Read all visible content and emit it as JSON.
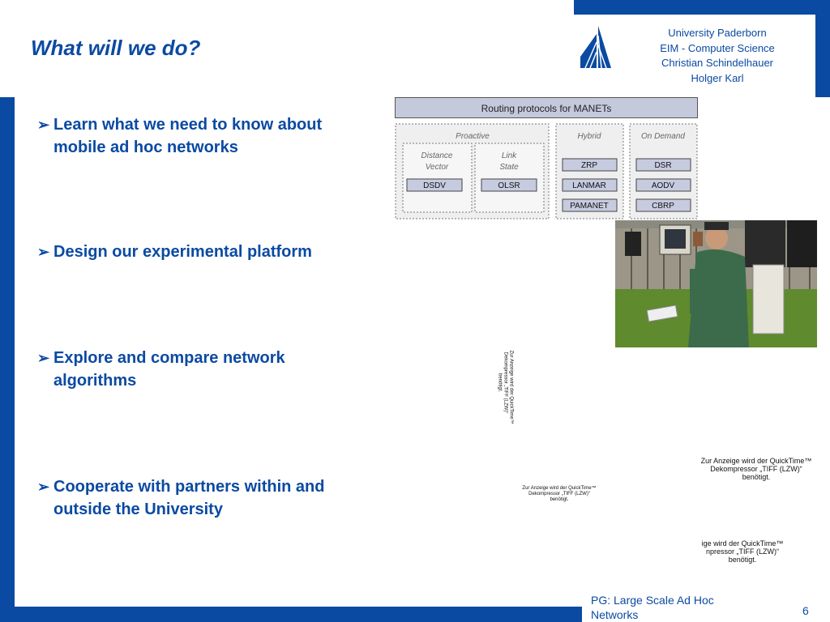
{
  "title": "What will we do?",
  "institution": {
    "lines": [
      "University Paderborn",
      "EIM - Computer Science",
      "Christian Schindelhauer",
      "Holger Karl"
    ]
  },
  "bullets": [
    "Learn what we need to know about mobile ad hoc networks",
    "Design our experimental platform",
    "Explore and compare network algorithms",
    "Cooperate with partners within and outside the University"
  ],
  "bullet_glyph": "➢",
  "diagram": {
    "title": "Routing protocols for MANETs",
    "groups": {
      "proactive": {
        "label": "Proactive",
        "distance_vector": {
          "label_1": "Distance",
          "label_2": "Vector",
          "protocol": "DSDV"
        },
        "link_state": {
          "label_1": "Link",
          "label_2": "State",
          "protocol": "OLSR"
        }
      },
      "hybrid": {
        "label": "Hybrid",
        "protocols": [
          "ZRP",
          "LANMAR",
          "PAMANET"
        ]
      },
      "on_demand": {
        "label": "On Demand",
        "protocols": [
          "DSR",
          "AODV",
          "CBRP"
        ]
      }
    }
  },
  "quicktime": {
    "rotated": {
      "line1": "Zur Anzeige wird der QuickTime™",
      "line2": "Dekompressor „TIFF (LZW)“",
      "line3": "benötigt."
    },
    "right": {
      "line1": "Zur Anzeige wird der QuickTime™",
      "line2": "Dekompressor „TIFF (LZW)“",
      "line3": "benötigt."
    },
    "center": {
      "line1": "Zur Anzeige wird der QuickTime™",
      "line2": "Dekompressor „TIFF (LZW)“",
      "line3": "benötigt."
    },
    "cropped": {
      "line1": "ige wird der QuickTime™",
      "line2": "npressor „TIFF (LZW)“",
      "line3": "benötigt."
    }
  },
  "footer": {
    "text": "PG: Large Scale Ad Hoc Networks",
    "page": "6"
  },
  "colors": {
    "brand": "#0b4aa2",
    "diagram_header": "#c5c9dc",
    "box": "#c7cbe0",
    "group_bg": "#efefef"
  }
}
